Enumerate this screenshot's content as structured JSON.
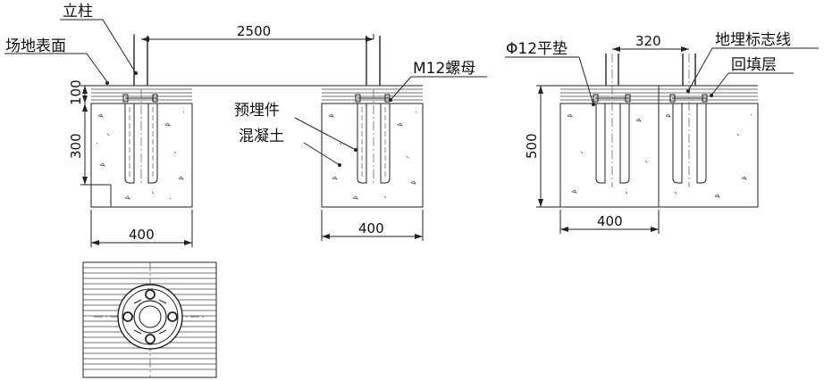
{
  "labels": {
    "post": "立柱",
    "ground_surface": "场地表面",
    "embedded_part": "预埋件",
    "concrete": "混凝土",
    "nut": "M12螺母",
    "washer": "Φ12平垫",
    "marker_line": "地埋标志线",
    "backfill": "回填层"
  },
  "dimensions": {
    "spacing": "2500",
    "depth_top": "100",
    "depth_concrete": "300",
    "width_left": "400",
    "width_middle": "400",
    "spacing_right": "320",
    "depth_total": "500",
    "width_right": "400"
  }
}
